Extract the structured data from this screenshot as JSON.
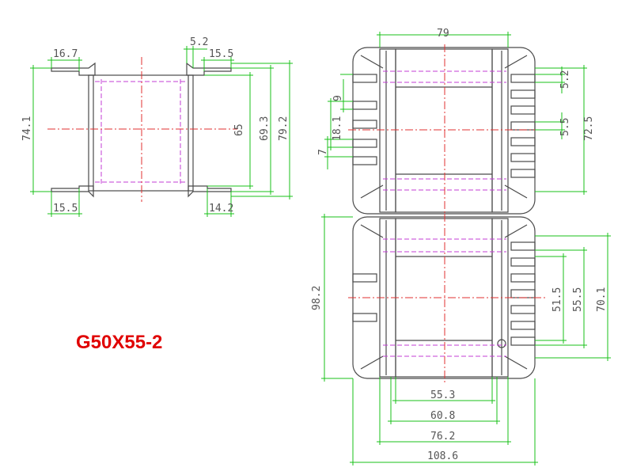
{
  "part_label": "G50X55-2",
  "side_view": {
    "dims": {
      "top_left_flange": "16.7",
      "top_right_gap": "5.2",
      "top_right_flange": "15.5",
      "bottom_left_flange": "15.5",
      "bottom_right_flange": "14.2",
      "overall_left": "74.1",
      "core_height": "65",
      "inner_height": "69.3",
      "overall_height": "79.2"
    }
  },
  "top_view": {
    "dims": {
      "top_width": "79",
      "slot_9": "9",
      "slot_18_1": "18.1",
      "slot_7": "7",
      "right_5_2": "5.2",
      "right_5_5": "5.5",
      "height_72_5": "72.5"
    }
  },
  "bottom_view": {
    "dims": {
      "left_height": "98.2",
      "w_55_3": "55.3",
      "w_60_8": "60.8",
      "w_76_2": "76.2",
      "w_108_6": "108.6",
      "h_51_5": "51.5",
      "h_55_5": "55.5",
      "h_70_1": "70.1"
    }
  }
}
